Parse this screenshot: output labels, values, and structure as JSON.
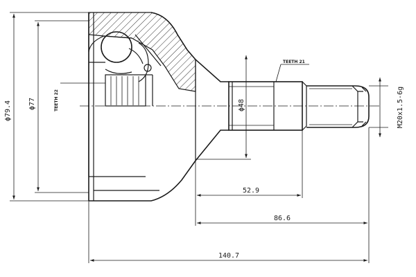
{
  "dimensions": {
    "outer_diameter_1": "ϕ79.4",
    "outer_diameter_2": "ϕ77",
    "shaft_diameter": "ϕ48",
    "thread_spec": "M20x1.5-6g",
    "length_short": "52.9",
    "length_mid": "86.6",
    "length_total": "140.7"
  },
  "labels": {
    "teeth_outer": "TEETH 21",
    "teeth_inner": "TEETH 22"
  }
}
